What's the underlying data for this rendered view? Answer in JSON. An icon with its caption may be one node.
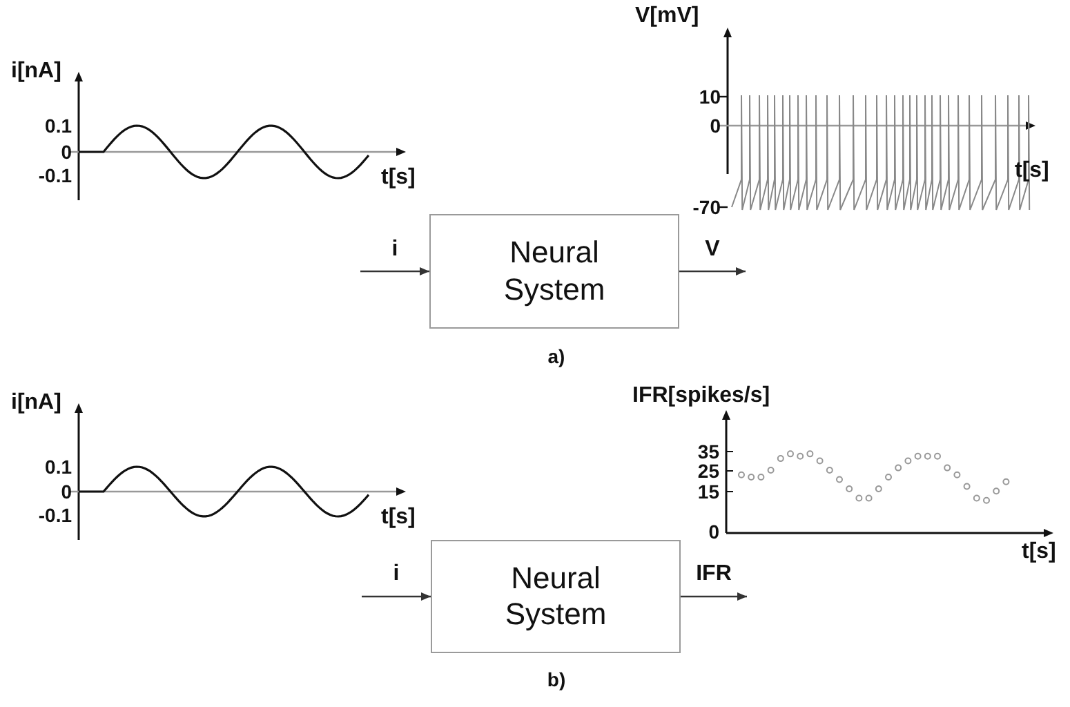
{
  "diagram": {
    "nodes": [
      {
        "text": [
          "Neural System"
        ]
      },
      {
        "text": [
          "Neural System"
        ]
      }
    ],
    "edges": [
      {
        "from": null,
        "to": 0,
        "arrow": "to",
        "label": "i"
      },
      {
        "from": 0,
        "to": null,
        "arrow": "to",
        "label": "V"
      },
      {
        "from": null,
        "to": 1,
        "arrow": "to",
        "label": "i"
      },
      {
        "from": 1,
        "to": null,
        "arrow": "to",
        "label": "IFR"
      }
    ],
    "labels": [
      "i[nA]",
      "0.1",
      "0",
      "-0.1",
      "t[s]",
      "V[mV]",
      "10",
      "0",
      "-70",
      "t[s]",
      "a)",
      "i[nA]",
      "0.1",
      "0",
      "-0.1",
      "t[s]",
      "IFR[spikes/s]",
      "35",
      "25",
      "15",
      "0",
      "t[s]",
      "b)"
    ]
  }
}
